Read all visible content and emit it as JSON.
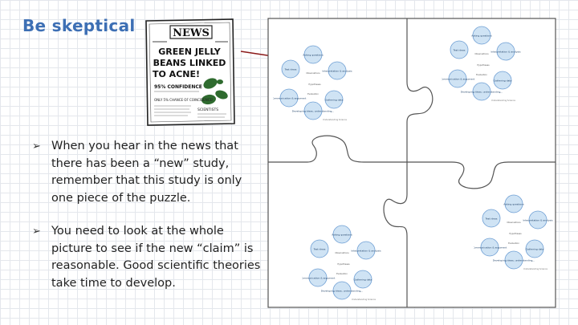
{
  "slide": {
    "title": "Be skeptical",
    "bullets": [
      "When you hear in the news that there has been a “new” study, remember that this study is only one piece of the puzzle.",
      "You need to look at the whole picture to see if the new “claim” is reasonable. Good scientific theories take time to develop."
    ]
  },
  "newspaper": {
    "masthead": "NEWS",
    "headline": [
      "GREEN JELLY",
      "BEANS LINKED",
      "TO ACNE!"
    ],
    "subhead": "95% CONFIDENCE",
    "sidebar_text": "ONLY 5% CHANCE OF COINCIDENCE!",
    "column_heading": "SCIENTISTS"
  },
  "cycle_diagram": {
    "top_node": "Asking questions",
    "nodes": [
      "Test ideas",
      "Interpretation & analysis",
      "Communication & argument",
      "Gathering data"
    ],
    "bottom_caption": "Developing ideas, understanding...",
    "center_labels": [
      "Observations",
      "Hypotheses",
      "Evaluation"
    ],
    "logo": "Understanding Science"
  },
  "colors": {
    "title": "#3d6fb4",
    "node_fill": "#cfe3f4",
    "node_stroke": "#6f9fd4",
    "arrow": "#8b1a1a"
  }
}
